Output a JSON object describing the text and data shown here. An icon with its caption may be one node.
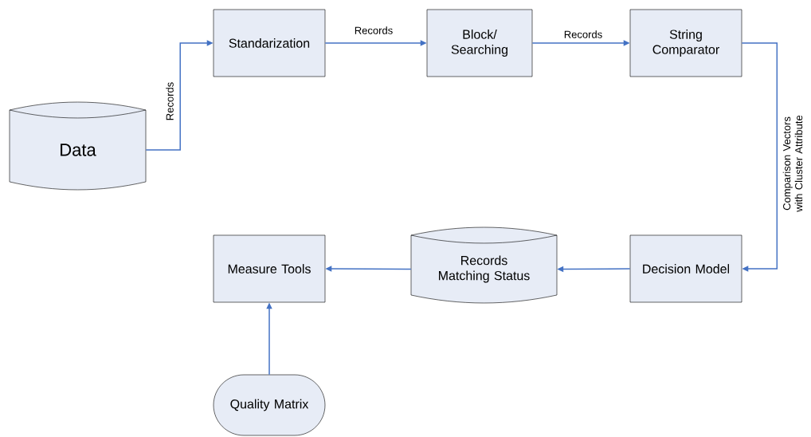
{
  "diagram": {
    "nodes": [
      {
        "text": [
          "Data"
        ]
      },
      {
        "text": [
          "Standarization"
        ]
      },
      {
        "text": [
          "Block/ Searching"
        ]
      },
      {
        "text": [
          "String Comparator"
        ]
      },
      {
        "text": [
          "Decision Model"
        ]
      },
      {
        "text": [
          "Records Matching Status"
        ]
      },
      {
        "text": [
          "Measure Tools"
        ]
      },
      {
        "text": [
          "Quality Matrix"
        ]
      }
    ],
    "edges": [
      {
        "from": 0,
        "to": 1,
        "arrow": "to",
        "label": "Records"
      },
      {
        "from": 1,
        "to": 2,
        "arrow": "to",
        "label": "Records"
      },
      {
        "from": 2,
        "to": 3,
        "arrow": "to",
        "label": "Records"
      },
      {
        "from": 3,
        "to": 4,
        "arrow": "to",
        "label": "Comparison Vectors with Cluster Attribute"
      },
      {
        "from": 4,
        "to": 5,
        "arrow": "to"
      },
      {
        "from": 5,
        "to": 6,
        "arrow": "to"
      },
      {
        "from": 7,
        "to": 6,
        "arrow": "to"
      }
    ]
  }
}
